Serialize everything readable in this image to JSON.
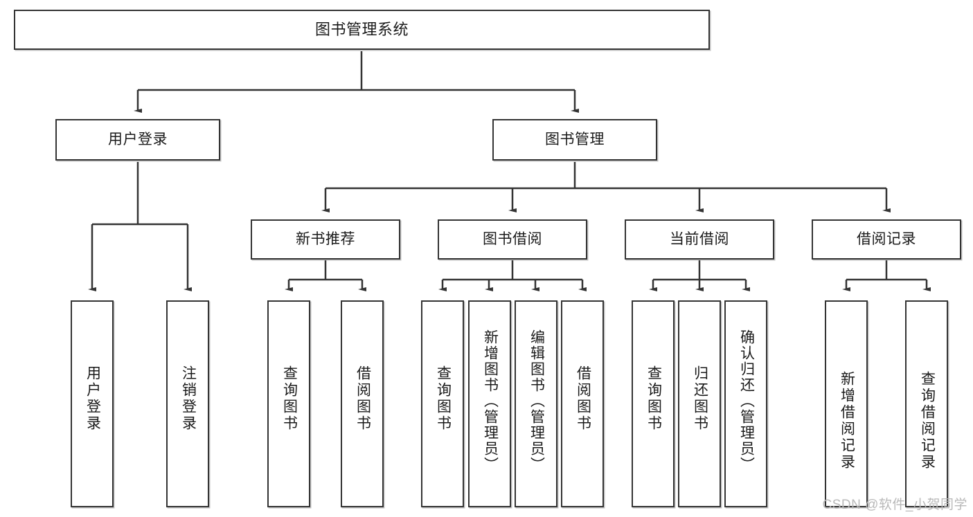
{
  "diagram": {
    "title": "图书管理系统",
    "type": "hierarchy-tree",
    "watermark": "CSDN @软件_小贺同学",
    "colors": {
      "box_border": "#333333",
      "box_fill": "#ffffff",
      "line": "#333333",
      "text": "#1a1a1a",
      "watermark": "#b9b9b9"
    },
    "levels": {
      "level1": {
        "root": {
          "label": "图书管理系统"
        }
      },
      "level2": [
        {
          "id": "user-login",
          "label": "用户登录"
        },
        {
          "id": "book-manage",
          "label": "图书管理"
        }
      ],
      "level3": [
        {
          "id": "new-book-recommend",
          "label": "新书推荐"
        },
        {
          "id": "book-borrow",
          "label": "图书借阅"
        },
        {
          "id": "current-borrow",
          "label": "当前借阅"
        },
        {
          "id": "borrow-record",
          "label": "借阅记录"
        }
      ],
      "level4": {
        "user_login_children": [
          {
            "id": "leaf-user-login",
            "label": "用户登录"
          },
          {
            "id": "leaf-logout",
            "label": "注销登录"
          }
        ],
        "new_book_recommend_children": [
          {
            "id": "leaf-query-book-1",
            "label": "查询图书"
          },
          {
            "id": "leaf-borrow-book-1",
            "label": "借阅图书"
          }
        ],
        "book_borrow_children": [
          {
            "id": "leaf-query-book-2",
            "label": "查询图书"
          },
          {
            "id": "leaf-add-book",
            "label": "新增图书（管理员）"
          },
          {
            "id": "leaf-edit-book",
            "label": "编辑图书（管理员）"
          },
          {
            "id": "leaf-borrow-book-2",
            "label": "借阅图书"
          }
        ],
        "current_borrow_children": [
          {
            "id": "leaf-query-book-3",
            "label": "查询图书"
          },
          {
            "id": "leaf-return-book",
            "label": "归还图书"
          },
          {
            "id": "leaf-confirm-return",
            "label": "确认归还（管理员）"
          }
        ],
        "borrow_record_children": [
          {
            "id": "leaf-add-record",
            "label": "新增借阅记录"
          },
          {
            "id": "leaf-query-record",
            "label": "查询借阅记录"
          }
        ]
      }
    }
  }
}
